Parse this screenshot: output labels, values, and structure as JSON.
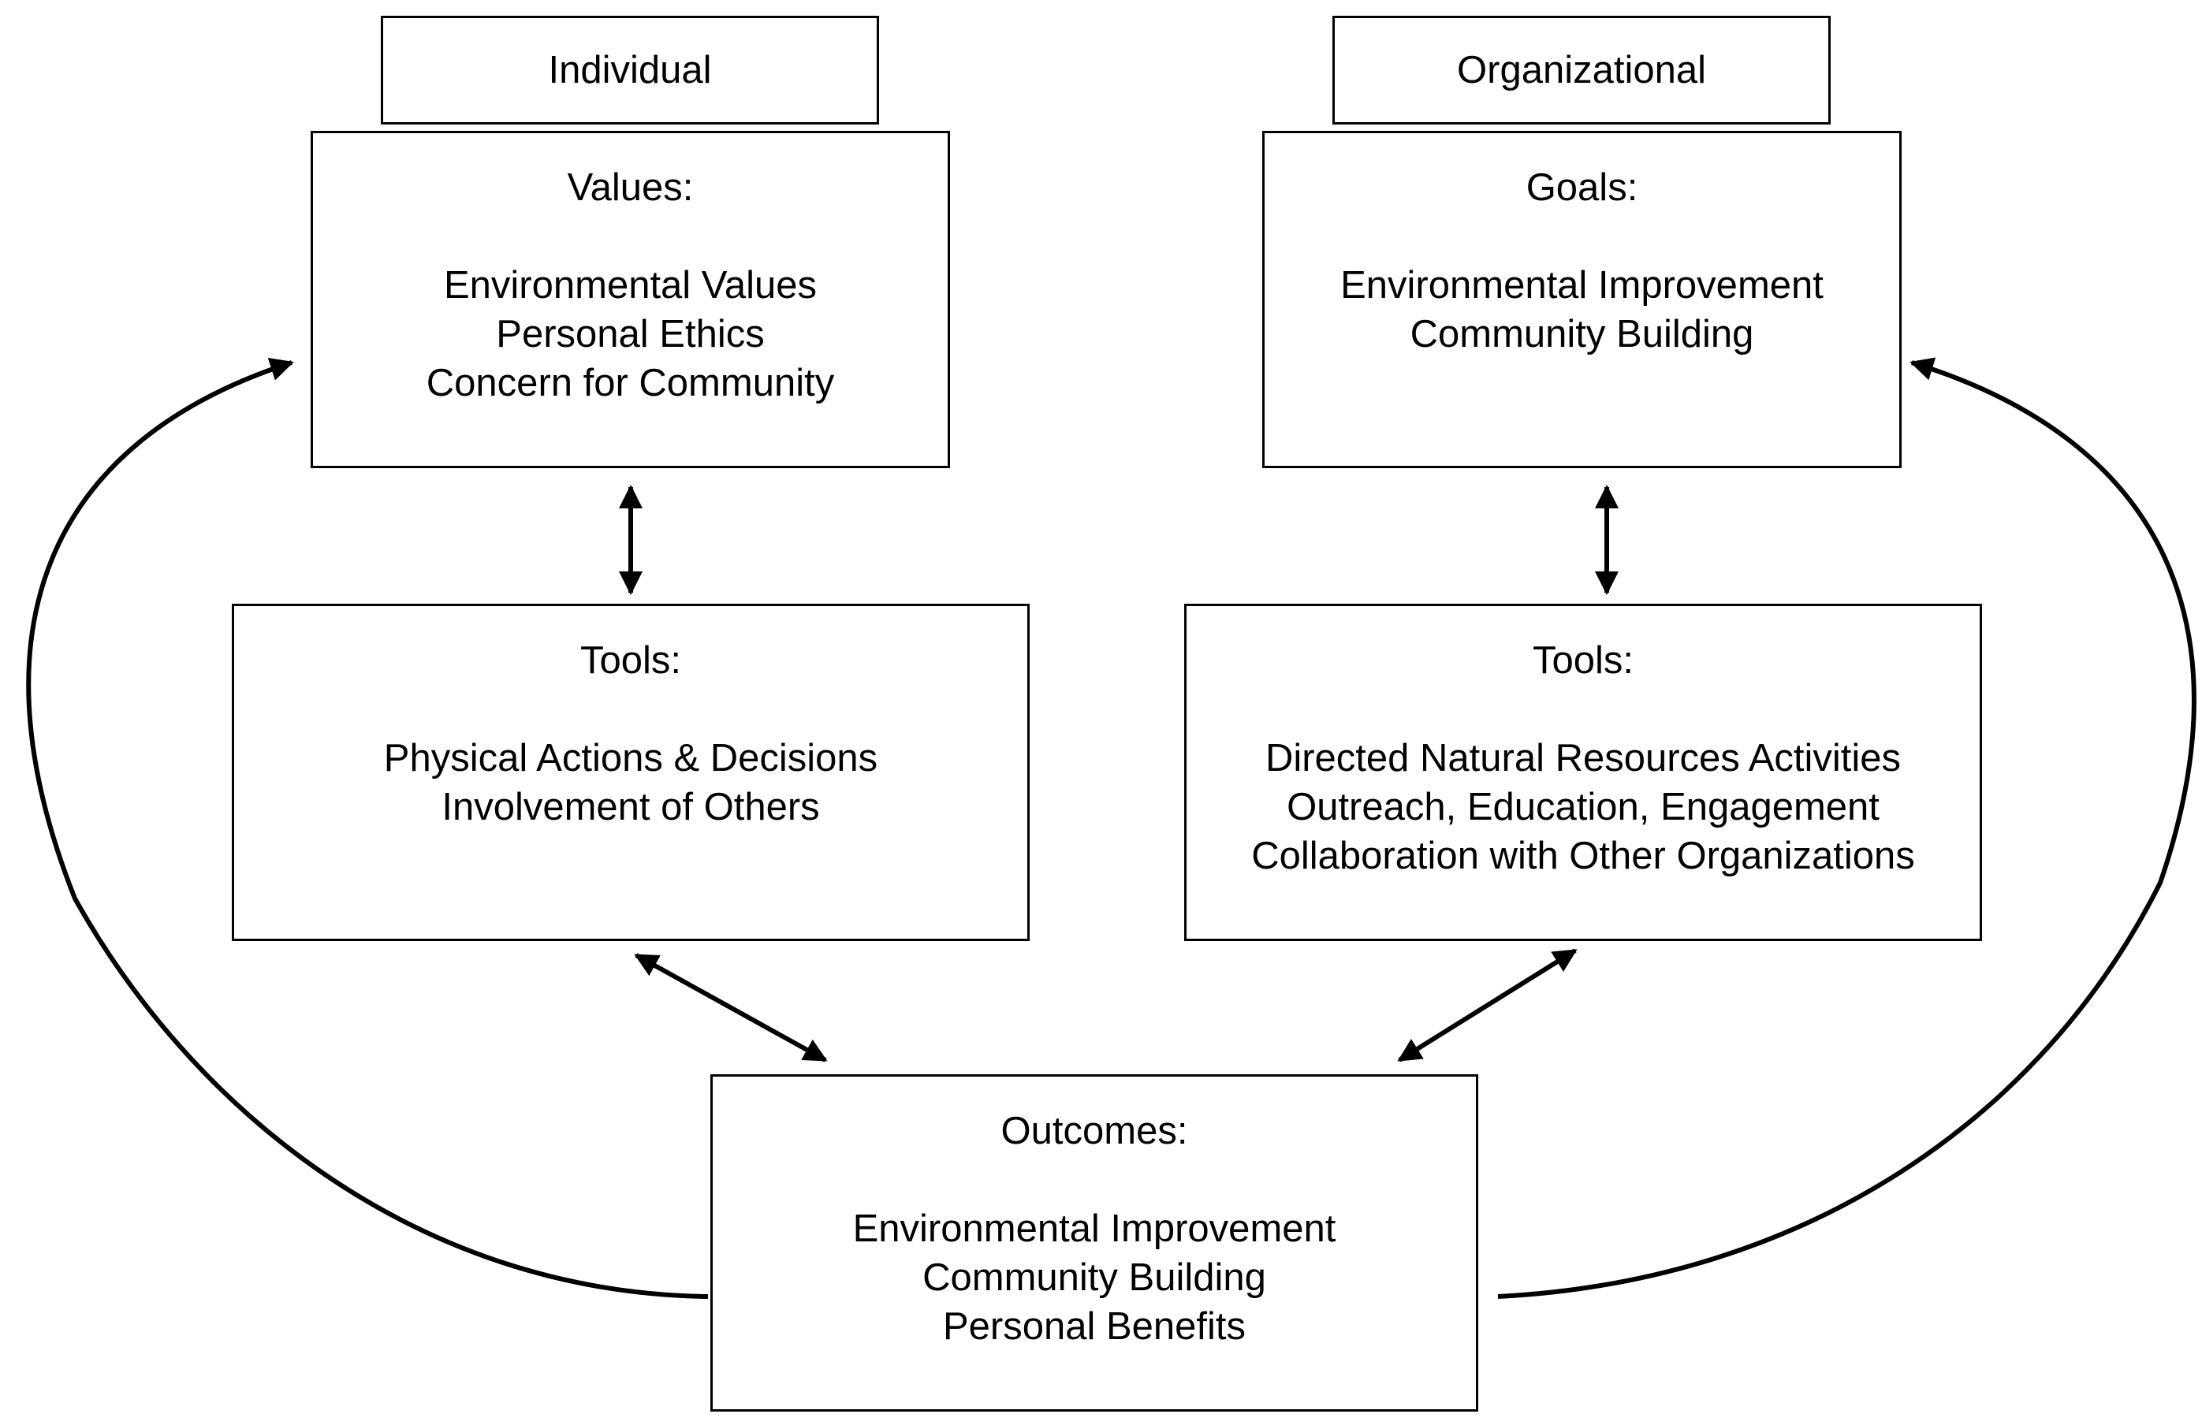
{
  "headers": {
    "individual": "Individual",
    "organizational": "Organizational"
  },
  "individual": {
    "values": {
      "title": "Values:",
      "items": [
        "Environmental Values",
        "Personal Ethics",
        "Concern for Community"
      ]
    },
    "tools": {
      "title": "Tools:",
      "items": [
        "Physical Actions & Decisions",
        "Involvement of Others"
      ]
    }
  },
  "organizational": {
    "goals": {
      "title": "Goals:",
      "items": [
        "Environmental Improvement",
        "Community Building"
      ]
    },
    "tools": {
      "title": "Tools:",
      "items": [
        "Directed Natural Resources Activities",
        "Outreach, Education, Engagement",
        "Collaboration with Other Organizations"
      ]
    }
  },
  "outcomes": {
    "title": "Outcomes:",
    "items": [
      "Environmental Improvement",
      "Community Building",
      "Personal Benefits"
    ]
  }
}
